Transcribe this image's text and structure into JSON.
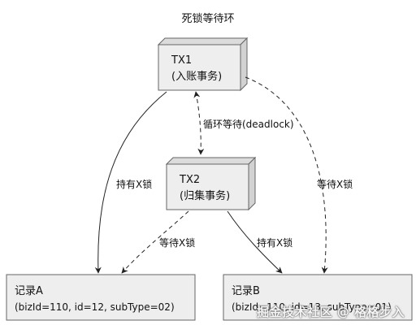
{
  "title": "死锁等待环",
  "nodes": {
    "tx1": {
      "line1": "TX1",
      "line2": "(入账事务)"
    },
    "tx2": {
      "line1": "TX2",
      "line2": "(归集事务)"
    },
    "record_a": {
      "line1": "记录A",
      "line2": "(bizId=110, id=12, subType=02)"
    },
    "record_b": {
      "line1": "记录B",
      "line2": "(bizId=110, id=13, subType=01)"
    }
  },
  "edges": {
    "cycle": "循环等待(deadlock)",
    "tx1_holds_a": "持有X锁",
    "tx1_waits_b": "等待X锁",
    "tx2_waits_a": "等待X锁",
    "tx2_holds_b": "持有X锁"
  },
  "colors": {
    "box_fill": "#eeeeee",
    "box_side": "#dcdcdc",
    "box_stroke": "#666666",
    "line": "#222222"
  },
  "watermark": "掘金技术社区 @ 格格步入"
}
